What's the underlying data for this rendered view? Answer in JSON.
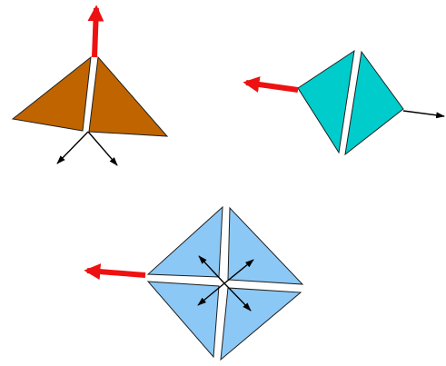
{
  "colors": {
    "background": "#ffffff",
    "brown_fill": "#c06400",
    "teal_fill": "#00cccc",
    "blue_fill": "#8cc8f5",
    "shape_outline": "#1f1f1f",
    "split_gap": "#ffffff",
    "red_arrow": "#ee1111",
    "black_arrow": "#000000"
  },
  "shapes": [
    {
      "id": "brown-triangle-group",
      "fill_key": "brown_fill",
      "pieces": 2,
      "red_arrows": 1,
      "black_arrows": 2
    },
    {
      "id": "teal-diamond-group",
      "fill_key": "teal_fill",
      "pieces": 2,
      "red_arrows": 1,
      "black_arrows": 1
    },
    {
      "id": "blue-square-group",
      "fill_key": "blue_fill",
      "pieces": 4,
      "red_arrows": 1,
      "black_arrows": 4
    }
  ]
}
